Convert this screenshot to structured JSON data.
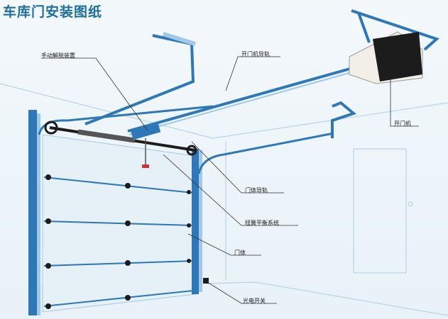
{
  "title": "车库门安装图纸",
  "labels": {
    "manual_release": "手动解脱装置",
    "opener_rail": "开门机导轨",
    "opener": "开门机",
    "door_track": "门体导轨",
    "spring_system": "扭簧平衡系统",
    "door_body": "门体",
    "photo_switch": "光电开关"
  },
  "colors": {
    "title": "#1d6f9f",
    "track": "#2e78b8",
    "track_light": "#9fc8ea",
    "wall_line": "#b9d3e6",
    "opener_body": "#f2efe6",
    "opener_dark": "#1c1c1c",
    "leader": "#333333"
  }
}
